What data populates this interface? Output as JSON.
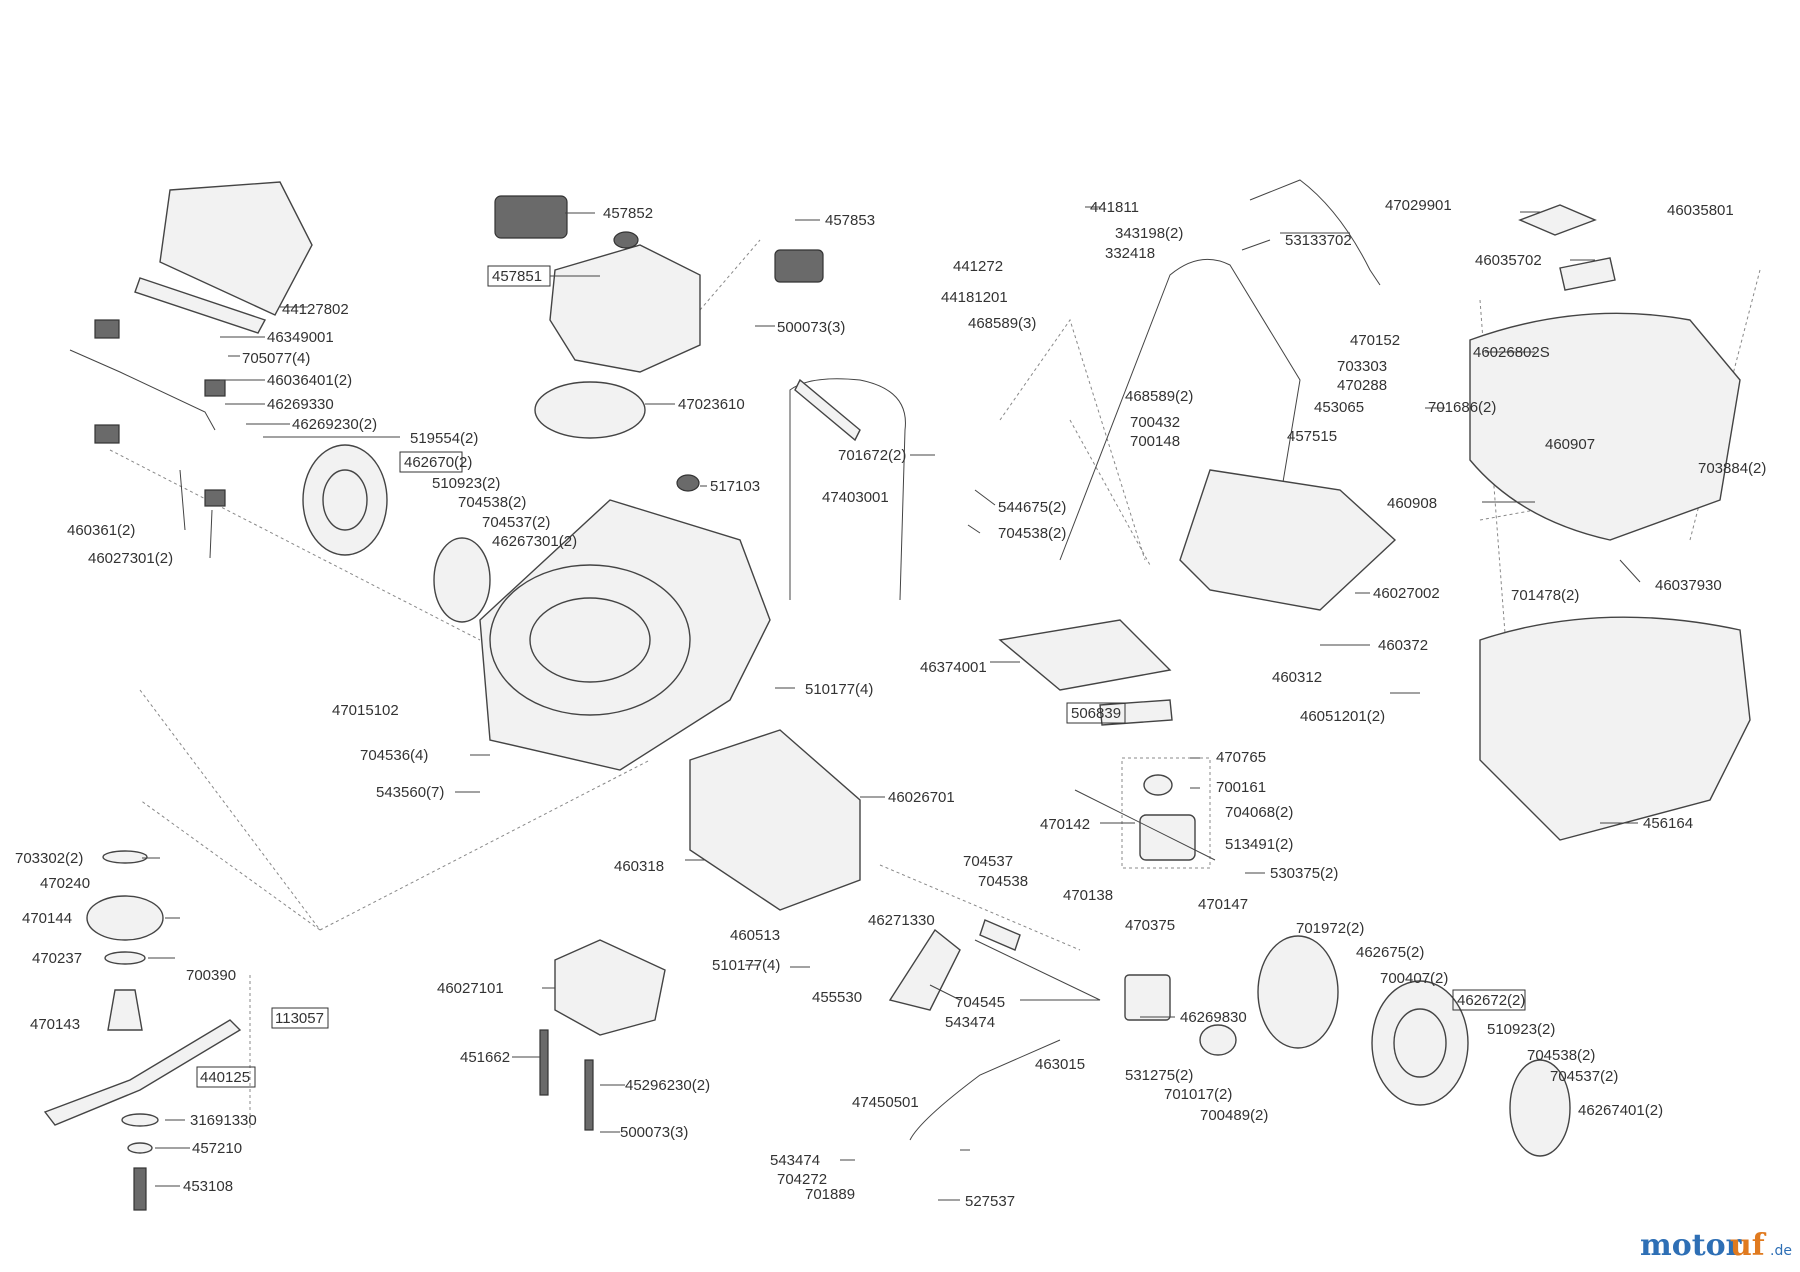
{
  "part_labels": [
    "457852",
    "457853",
    "457851",
    "500073(3)",
    "47023610",
    "517103",
    "441811",
    "343198(2)",
    "332418",
    "441272",
    "44181201",
    "468589(3)",
    "47029901",
    "53133702",
    "470152",
    "703303",
    "470288",
    "468589(2)",
    "453065",
    "700432",
    "700148",
    "457515",
    "46035801",
    "46035702",
    "46026802S",
    "701686(2)",
    "460907",
    "703884(2)",
    "460908",
    "701478(2)",
    "46037930",
    "44127802",
    "46349001",
    "705077(4)",
    "46036401(2)",
    "46269330",
    "46269230(2)",
    "519554(2)",
    "462670(2)",
    "510923(2)",
    "704538(2)",
    "704537(2)",
    "46267301(2)",
    "460361(2)",
    "46027301(2)",
    "701672(2)",
    "47403001",
    "544675(2)",
    "704538(2)",
    "46027002",
    "460372",
    "460312",
    "46051201(2)",
    "46374001",
    "506839",
    "47015102",
    "510177(4)",
    "704536(4)",
    "543560(7)",
    "46026701",
    "470765",
    "700161",
    "704068(2)",
    "470142",
    "513491(2)",
    "530375(2)",
    "470138",
    "470147",
    "470375",
    "456164",
    "703302(2)",
    "470240",
    "470144",
    "470237",
    "700390",
    "470143",
    "113057",
    "440125",
    "31691330",
    "457210",
    "453108",
    "460318",
    "460513",
    "510177(4)",
    "704537",
    "704538",
    "46271330",
    "455530",
    "704545",
    "543474",
    "46269830",
    "463015",
    "531275(2)",
    "701017(2)",
    "700489(2)",
    "47450501",
    "701972(2)",
    "462675(2)",
    "700407(2)",
    "462672(2)",
    "510923(2)",
    "704538(2)",
    "704537(2)",
    "46267401(2)",
    "46027101",
    "451662",
    "45296230(2)",
    "500073(3)",
    "543474",
    "704272",
    "701889",
    "527537"
  ],
  "watermark": {
    "brand_a": "motor",
    "brand_b": "uf",
    "suffix": ".de"
  }
}
